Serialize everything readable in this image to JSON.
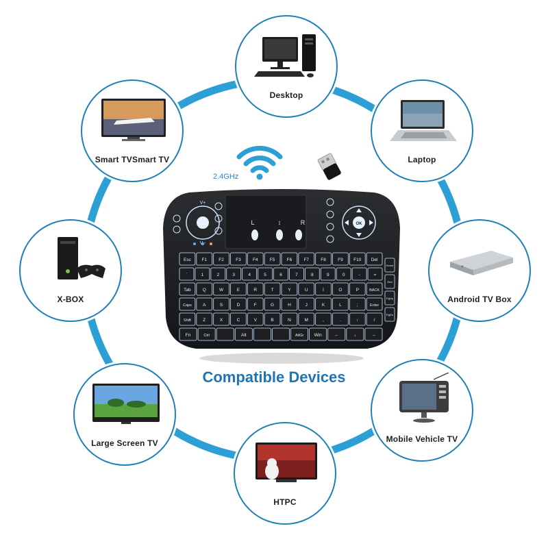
{
  "title": "Compatible Devices",
  "frequency": "2.4GHz",
  "devices": {
    "desktop": {
      "label": "Desktop",
      "icon": "desktop-computer-icon"
    },
    "laptop": {
      "label": "Laptop",
      "icon": "laptop-icon"
    },
    "android_tv_box": {
      "label": "Android TV Box",
      "icon": "tv-box-icon"
    },
    "mobile_vehicle_tv": {
      "label": "Mobile Vehicle TV",
      "icon": "portable-tv-icon"
    },
    "htpc": {
      "label": "HTPC",
      "icon": "htpc-icon"
    },
    "large_screen_tv": {
      "label": "Large Screen TV",
      "icon": "large-tv-icon"
    },
    "xbox": {
      "label": "X-BOX",
      "icon": "game-console-icon"
    },
    "smart_tv": {
      "label": "Smart TVSmart TV",
      "icon": "smart-tv-icon"
    }
  },
  "touchpad": {
    "left": "L",
    "scroll": "↕",
    "right": "R"
  },
  "keyboard": {
    "rows": [
      [
        "Esc",
        "F1",
        "F2",
        "F3",
        "F4",
        "F5",
        "F6",
        "F7",
        "F8",
        "F9",
        "F10",
        "Del"
      ],
      [
        "`",
        "1",
        "2",
        "3",
        "4",
        "5",
        "6",
        "7",
        "8",
        "9",
        "0",
        "-",
        "="
      ],
      [
        "Tab",
        "Q",
        "W",
        "E",
        "R",
        "T",
        "Y",
        "U",
        "I",
        "O",
        "P",
        "BACK"
      ],
      [
        "Caps",
        "A",
        "S",
        "D",
        "F",
        "G",
        "H",
        "J",
        "K",
        "L",
        ";",
        "Enter"
      ],
      [
        "Shift",
        "Z",
        "X",
        "C",
        "V",
        "B",
        "N",
        "M",
        ",",
        ".",
        "↑",
        "/"
      ],
      [
        "Fn",
        "Ctrl",
        "",
        "Alt",
        "",
        "",
        "AltGr",
        "Win",
        "←",
        "↓",
        "→"
      ]
    ],
    "side_keys": [
      "Home",
      "End",
      "PgUp",
      "PgDn"
    ],
    "dpad_center": "OK",
    "volume_up": "V+",
    "volume_down": "V−"
  },
  "colors": {
    "ring": "#2c9fd6",
    "title": "#1e74b5",
    "backlight": "#cfe6ff"
  }
}
